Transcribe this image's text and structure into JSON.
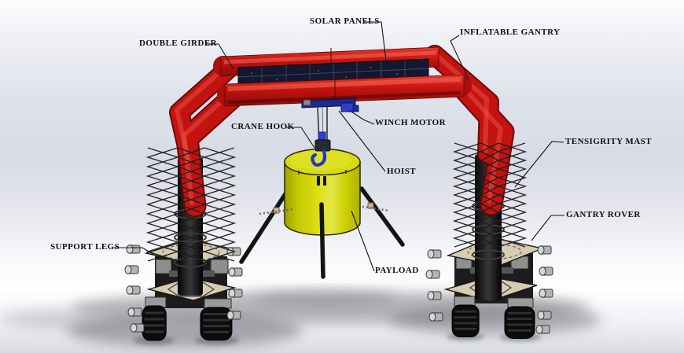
{
  "figure": {
    "type": "labeled-cad-render",
    "subject": "inflatable gantry crane with tensigrity masts mounted on gantry rovers lifting a payload"
  },
  "labels": {
    "solar_panels": "SOLAR PANELS",
    "double_girder": "DOUBLE GIRDER",
    "inflatable_gantry": "INFLATABLE GANTRY",
    "crane_hook": "CRANE HOOK",
    "winch_motor": "WINCH MOTOR",
    "hoist": "HOIST",
    "tensigrity_mast": "TENSIGRITY MAST",
    "gantry_rover": "GANTRY ROVER",
    "support_legs": "SUPPORT LEGS",
    "payload": "PAYLOAD"
  },
  "colors": {
    "gantry_red": "#c81410",
    "gantry_red_shadow": "#7e0a0a",
    "solar_panel_navy": "#131830",
    "winch_blue": "#2a3fd2",
    "hook_blue": "#2137c6",
    "payload_yellow": "#d9dc10",
    "rover_plate_tan": "#d8ccb2",
    "mast_black": "#141414",
    "leader_line": "#141414",
    "label_text": "#0e0e0e",
    "background_mid": "#d7dbe5"
  }
}
